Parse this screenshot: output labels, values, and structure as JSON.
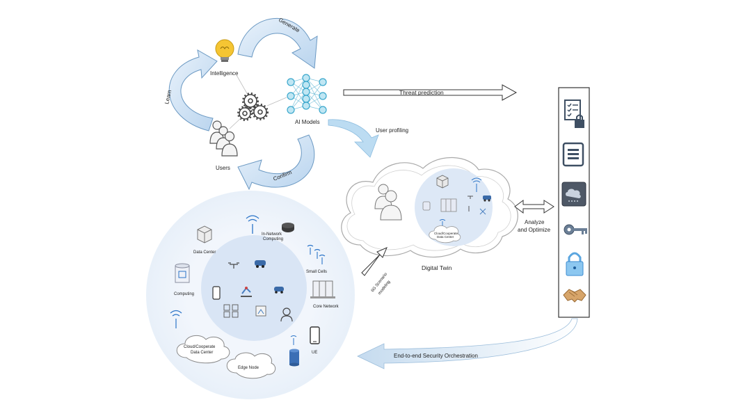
{
  "colors": {
    "arrow_fill": "#cfe3f5",
    "arrow_stroke": "#6a98c2",
    "inner_circle": "#dde8f6",
    "outer_circle": "#eef4fb",
    "panel_icon": "#3e4f63",
    "bulb": "#f5c533"
  },
  "top_cycle": {
    "intelligence_label": "Intelligence",
    "ai_models_label": "AI Models",
    "users_label": "Users",
    "generate_label": "Generate",
    "learn_label": "Learn",
    "confirm_label": "Confirm"
  },
  "flows": {
    "threat_prediction": "Threat prediction",
    "user_profiling": "User profiling",
    "scenario_modeling_line1": "6G Scenario",
    "scenario_modeling_line2": "modeling",
    "analyze_line1": "Analyze",
    "analyze_line2": "and Optimize",
    "security_orchestration": "End-to-end Security Orchestration"
  },
  "digital_twin": {
    "label": "Digital Twin",
    "mini_cloud_line1": "Cloud/Cooperate",
    "mini_cloud_line2": "Data Center"
  },
  "network": {
    "data_center": "Data Center",
    "in_network_line1": "In-Network",
    "in_network_line2": "Computing",
    "small_cells": "Small Cells",
    "computing": "Computing",
    "core_network": "Core Network",
    "cloud_line1": "Cloud/Cooperate",
    "cloud_line2": "Data Center",
    "edge_node": "Edge Node",
    "ue": "UE"
  },
  "security_panel": {
    "icons": [
      "checklist-lock-icon",
      "document-icon",
      "cloud-vault-icon",
      "key-icon",
      "padlock-icon",
      "handshake-icon"
    ]
  }
}
